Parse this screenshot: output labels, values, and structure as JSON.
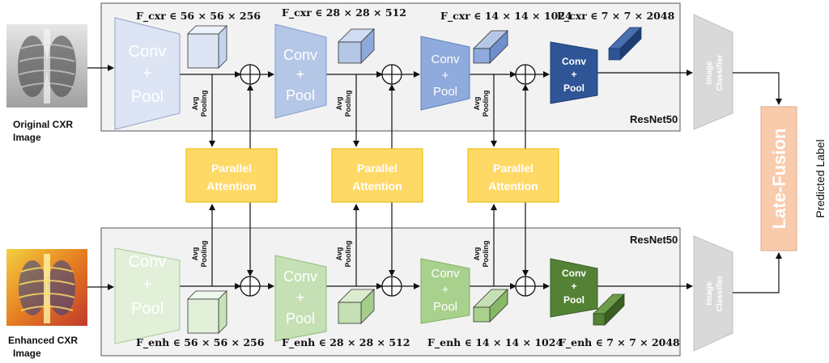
{
  "inputs": {
    "top_label_1": "Original CXR",
    "top_label_2": "Image",
    "bottom_label_1": "Enhanced CXR",
    "bottom_label_2": "Image"
  },
  "top_branch": {
    "backbone_label": "ResNet50",
    "stages": [
      {
        "line1": "Conv",
        "line2": "+",
        "line3": "Pool"
      },
      {
        "line1": "Conv",
        "line2": "+",
        "line3": "Pool"
      },
      {
        "line1": "Conv",
        "line2": "+",
        "line3": "Pool"
      },
      {
        "line1": "Conv",
        "line2": "+",
        "line3": "Pool"
      }
    ],
    "feature_dims": [
      "F_cxr ∈ 56 × 56 × 256",
      "F_cxr ∈ 28 × 28 × 512",
      "F_cxr ∈ 14 × 14 × 1024",
      "F_cxr ∈ 7 × 7 × 2048"
    ],
    "pooling_label_1": "Avg",
    "pooling_label_2": "Pooling",
    "classifier_1": "Image",
    "classifier_2": "Classifier"
  },
  "bottom_branch": {
    "backbone_label": "ResNet50",
    "stages": [
      {
        "line1": "Conv",
        "line2": "+",
        "line3": "Pool"
      },
      {
        "line1": "Conv",
        "line2": "+",
        "line3": "Pool"
      },
      {
        "line1": "Conv",
        "line2": "+",
        "line3": "Pool"
      },
      {
        "line1": "Conv",
        "line2": "+",
        "line3": "Pool"
      }
    ],
    "feature_dims": [
      "F_enh ∈ 56 × 56 × 256",
      "F_enh ∈ 28 × 28 × 512",
      "F_enh ∈ 14 × 14 × 1024",
      "F_enh ∈ 7 × 7 × 2048"
    ],
    "pooling_label_1": "Avg",
    "pooling_label_2": "Pooling",
    "classifier_1": "Image",
    "classifier_2": "Classifier"
  },
  "attention": {
    "line1": "Parallel",
    "line2": "Attention"
  },
  "fusion": {
    "label": "Late-Fusion",
    "output_label": "Predicted Label"
  },
  "colors": {
    "top_stage": [
      "#dde5f4",
      "#b4c7e7",
      "#8faadc",
      "#2f5597"
    ],
    "bottom_stage": [
      "#e2f0d9",
      "#c5e0b4",
      "#a9d18e",
      "#548235"
    ],
    "attention": "#ffd966",
    "fusion": "#f8cbad",
    "classifier": "#d9d9d9",
    "panel": "#f2f2f2"
  }
}
